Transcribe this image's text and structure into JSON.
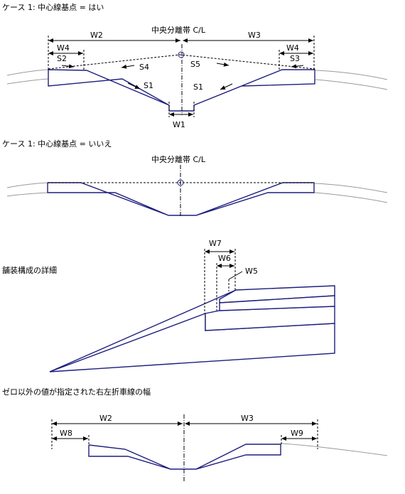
{
  "headings": {
    "case1_yes": "ケース 1: 中心線基点 = はい",
    "case1_no": "ケース 1: 中心線基点 = いいえ",
    "paving_detail": "舗装構成の詳細",
    "nonzero_turn": "ゼロ以外の値が指定された右左折車線の幅"
  },
  "labels": {
    "median_cl": "中央分離帯 C/L",
    "w1": "W1",
    "w2": "W2",
    "w3": "W3",
    "w4": "W4",
    "w5": "W5",
    "w6": "W6",
    "w7": "W7",
    "w8": "W8",
    "w9": "W9",
    "s1": "S1",
    "s2": "S2",
    "s3": "S3",
    "s4": "S4",
    "s5": "S5"
  },
  "colors": {
    "median_outline": "#1e1e7f",
    "ground_line": "#9a9a9a",
    "dimension": "#000000"
  }
}
